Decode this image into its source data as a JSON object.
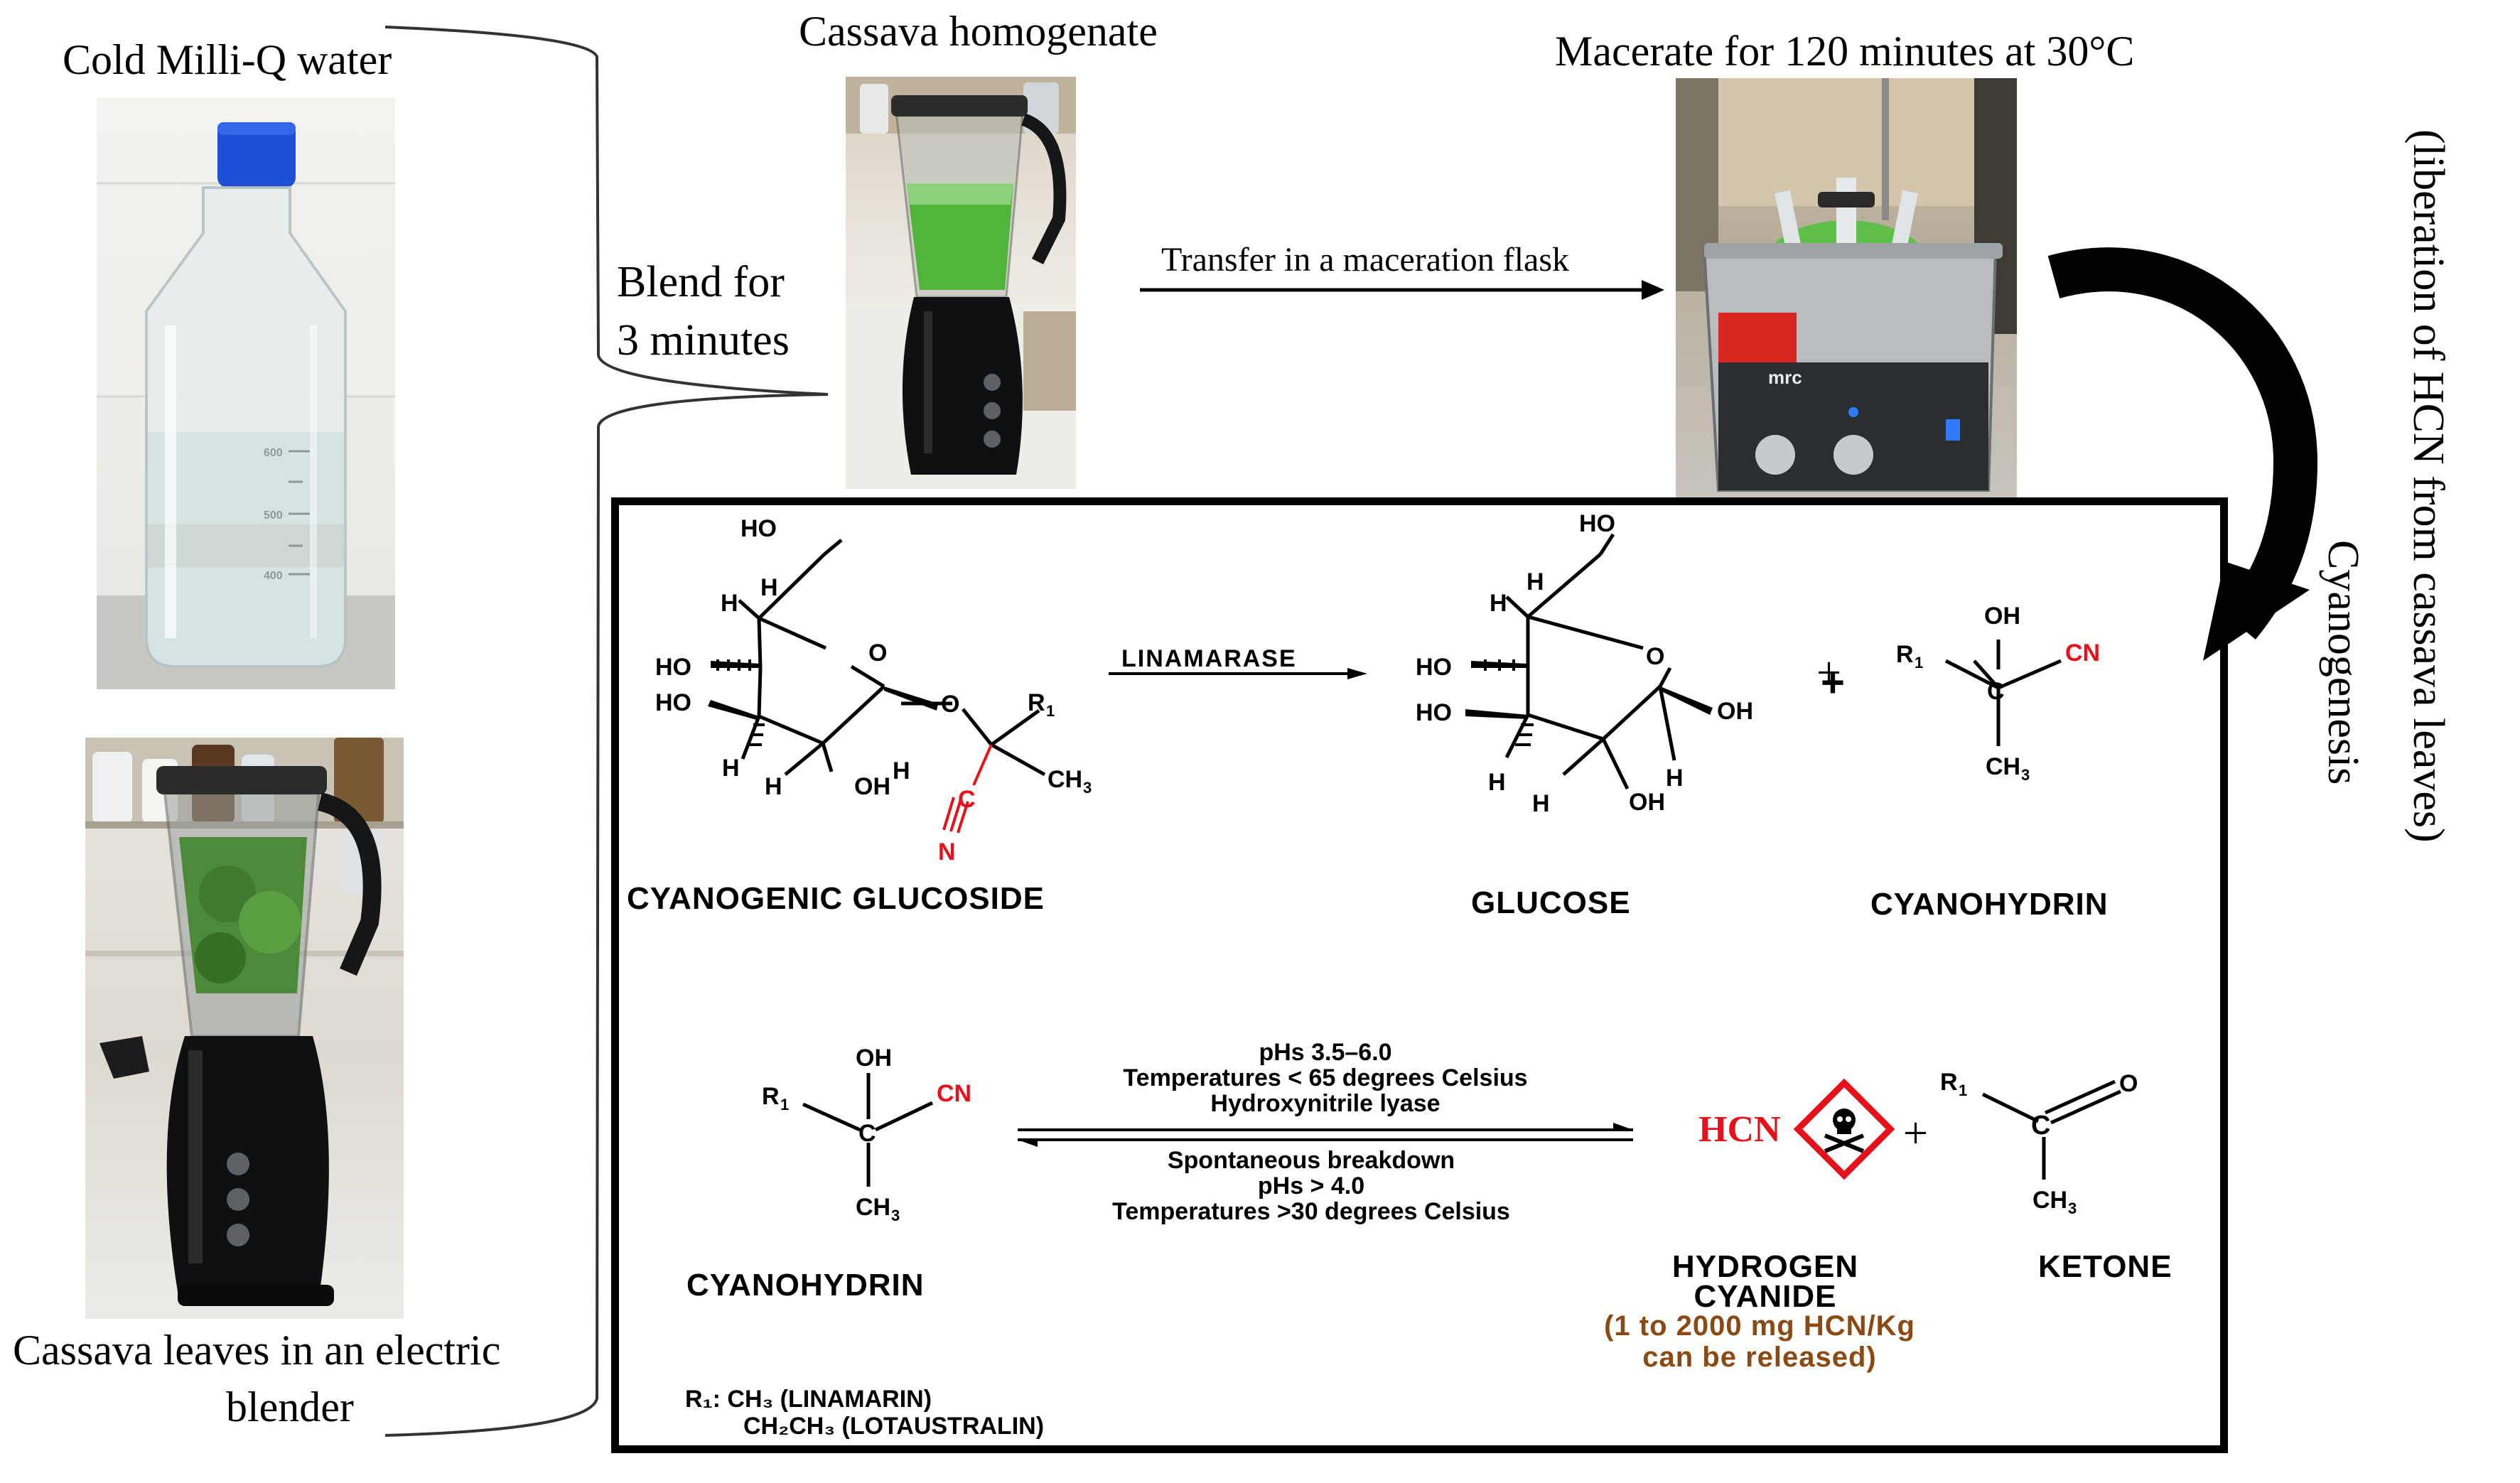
{
  "photos": {
    "water_caption": "Cold Milli-Q water",
    "homogenate_caption": "Cassava homogenate",
    "maceration_caption": "Macerate for 120 minutes at 30°C",
    "leaves_caption_line1": "Cassava leaves in an electric",
    "leaves_caption_line2": "blender",
    "bottle_marks": [
      "600",
      "500",
      "400"
    ],
    "bath_brand": "mrc"
  },
  "steps": {
    "blend_line1": "Blend for",
    "blend_line2": "3 minutes",
    "transfer": "Transfer in a maceration flask",
    "cyanogenesis_line1": "Cyanogenesis",
    "cyanogenesis_line2": "(liberation of HCN from cassava leaves)"
  },
  "reaction1": {
    "enzyme": "LINAMARASE",
    "reactant": "CYANOGENIC GLUCOSIDE",
    "product1": "GLUCOSE",
    "product2": "CYANOHYDRIN",
    "plus": "+"
  },
  "reaction2": {
    "reactant": "CYANOHYDRIN",
    "forward_line1": "pHs 3.5–6.0",
    "forward_line2": "Temperatures < 65 degrees Celsius",
    "forward_line3": "Hydroxynitrile lyase",
    "reverse_line1": "Spontaneous breakdown",
    "reverse_line2": "pHs > 4.0",
    "reverse_line3": "Temperatures >30 degrees Celsius",
    "hcn": "HCN",
    "plus": "+",
    "product1_line1": "HYDROGEN",
    "product1_line2": "CYANIDE",
    "product2": "KETONE",
    "release_line1": "(1 to 2000 mg HCN/Kg",
    "release_line2": "can be released)"
  },
  "footnote": {
    "line1": "R₁: CH₃ (LINAMARIN)",
    "line2": "CH₂CH₃ (LOTAUSTRALIN)"
  },
  "colors": {
    "accent_red": "#e8101a",
    "release_brown": "#8b4a14",
    "blender_green": "#4fb53a",
    "cap_blue": "#1f4fd6"
  },
  "icons": [
    "skull-crossbones-hazard-icon",
    "curved-arrow-icon"
  ]
}
